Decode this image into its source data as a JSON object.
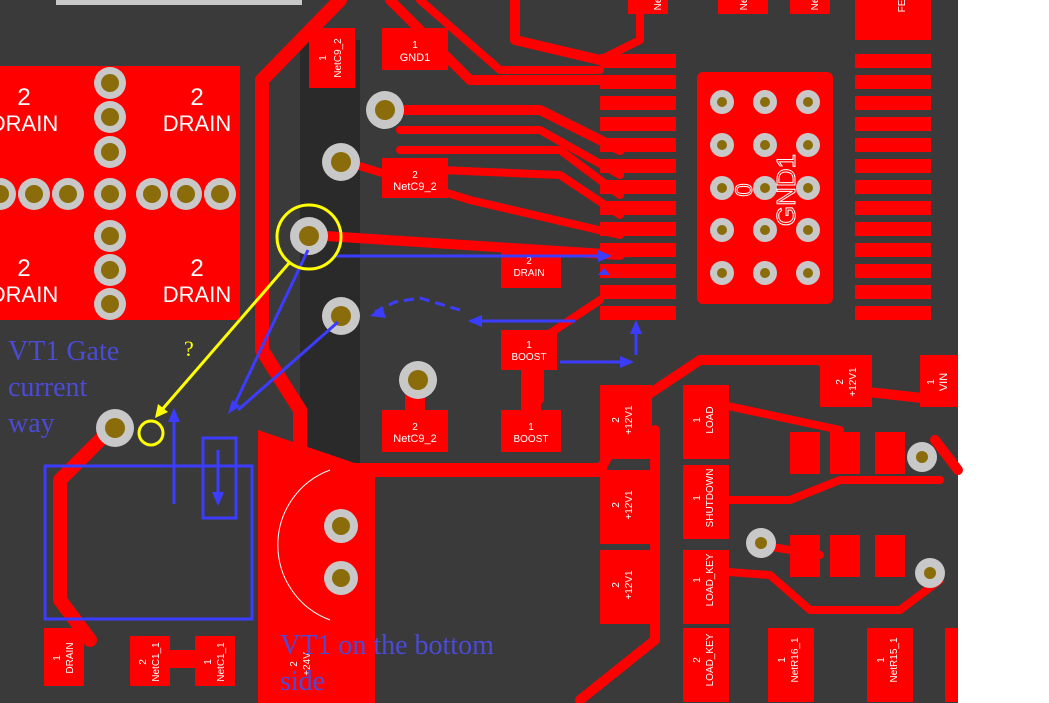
{
  "colors": {
    "board": "#3a3a3a",
    "copper": "#ff0000",
    "via_ring": "#c8c8c8",
    "pad_hole": "#8a6d0a",
    "annotation_blue": "#3c3cff",
    "annotation_yellow": "#ffff00",
    "label_text": "#ffffff",
    "annotation_text": "#4b4bd6"
  },
  "labels": {
    "drain_num": "2",
    "drain": "DRAIN",
    "netc9_2_num_top": "1",
    "netc9_2_top": "NetC9_2",
    "gnd1_num": "1",
    "gnd1": "GND1",
    "netc9_2_num_mid": "2",
    "netc9_2_mid": "NetC9_2",
    "drain_small_num": "2",
    "drain_small": "DRAIN",
    "boost1_num": "1",
    "boost1": "BOOST",
    "boost2_num": "1",
    "boost2": "BOOST",
    "netc9_2_num_low": "2",
    "netc9_2_low": "NetC9_2",
    "gnd1_chip_num": "0",
    "gnd1_chip": "GND1",
    "v12_a_num": "2",
    "v12_a": "+12V1",
    "v12_b_num": "2",
    "v12_b": "+12V1",
    "v12_c_num": "2",
    "v12_c": "+12V1",
    "v12_d_num": "2",
    "v12_d": "+12V1",
    "load_num": "1",
    "load": "LOAD",
    "shutdown_num": "1",
    "shutdown": "SHUTDOWN",
    "load_key_num": "1",
    "load_key": "LOAD_KEY",
    "load_key2_num": "2",
    "load_key2": "LOAD_KEY",
    "vin_num": "1",
    "vin": "VIN",
    "netr16_num": "1",
    "netr16": "NetR16_1",
    "netr15_num": "1",
    "netr15": "NetR15_1",
    "drain_bottom_num": "1",
    "drain_bottom": "DRAIN",
    "netc1_a_num": "2",
    "netc1_a": "NetC1_1",
    "netc1_b_num": "1",
    "netc1_b": "NetC1_1",
    "v24_num": "2",
    "v24": "+24V",
    "top_ne_1": "Ne",
    "top_ne_2": "Ne",
    "top_ne_3": "Ne",
    "top_fe": "FE"
  },
  "annotations": {
    "gate_line1": "VT1 Gate",
    "gate_line2": "current",
    "gate_line3": "way",
    "question": "?",
    "bottom_line1": "VT1 on the bottom",
    "bottom_line2": "side"
  }
}
